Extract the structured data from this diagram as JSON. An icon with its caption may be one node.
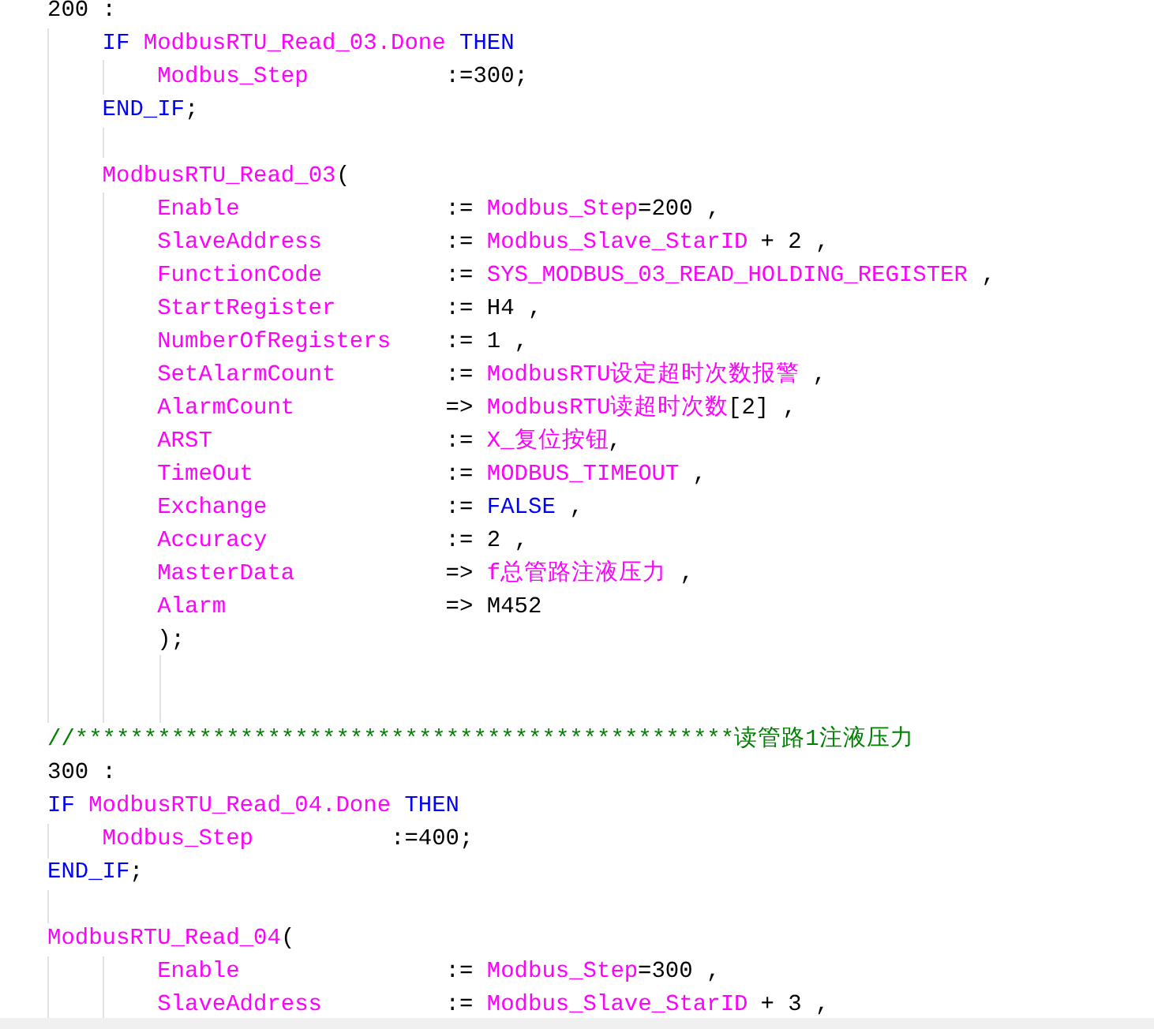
{
  "diagram": {
    "labels": [
      "200 :",
      "IF",
      "ModbusRTU_Read_03.Done",
      "THEN",
      "Modbus_Step",
      ":=300;",
      "END_IF",
      ";",
      "ModbusRTU_Read_03",
      "(",
      "Enable",
      ":=",
      "Modbus_Step",
      "=200 ,",
      "SlaveAddress",
      ":=",
      "Modbus_Slave_StarID",
      "+ 2 ,",
      "FunctionCode",
      ":=",
      "SYS_MODBUS_03_READ_HOLDING_REGISTER",
      ",",
      "StartRegister",
      ":= H4 ,",
      "NumberOfRegisters",
      ":= 1 ,",
      "SetAlarmCount",
      ":=",
      "ModbusRTU设定超时次数报警",
      ",",
      "AlarmCount",
      "=>",
      "ModbusRTU读超时次数",
      "[2] ,",
      "ARST",
      ":=",
      "X_复位按钮",
      ",",
      "TimeOut",
      ":=",
      "MODBUS_TIMEOUT",
      ",",
      "Exchange",
      ":=",
      "FALSE",
      ",",
      "Accuracy",
      ":= 2 ,",
      "MasterData",
      "=>",
      "f总管路注液压力",
      ",",
      "Alarm",
      "=> M452",
      ");",
      "//************************************************读管路1注液压力",
      "300 :",
      "IF",
      "ModbusRTU_Read_04.Done",
      "THEN",
      "Modbus_Step",
      ":=400;",
      "END_IF",
      ";",
      "ModbusRTU_Read_04",
      "(",
      "Enable",
      ":=",
      "Modbus_Step",
      "=300 ,",
      "SlaveAddress",
      ":=",
      "Modbus_Slave_StarID",
      "+ 3 ,"
    ]
  }
}
